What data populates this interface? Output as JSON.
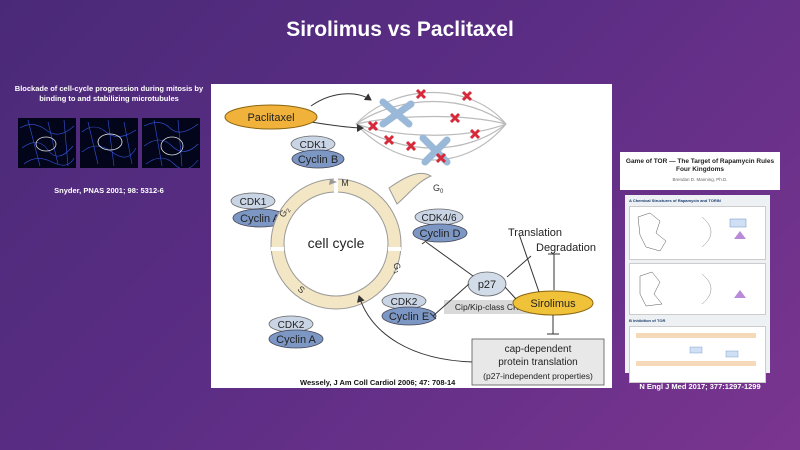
{
  "slide": {
    "title": "Sirolimus vs Paclitaxel",
    "left_caption": "Blockade of cell-cycle progression during mitosis by binding to and stabilizing microtubules",
    "left_citation": "Snyder, PNAS 2001; 98: 5312-6",
    "center_citation": "Wessely, J Am Coll Cardiol 2006; 47: 708-14",
    "right_citation": "N Engl J Med 2017; 377:1297-1299"
  },
  "diagram": {
    "paclitaxel": "Paclitaxel",
    "cdk1": "CDK1",
    "cyclin_b": "Cyclin B",
    "cyclin_a": "Cyclin A",
    "cdk46": "CDK4/6",
    "cyclin_d": "Cyclin D",
    "cdk2": "CDK2",
    "cyclin_e": "Cyclin E",
    "cell_cycle": "cell cycle",
    "m": "M",
    "g0": "G",
    "g0_sub": "0",
    "g2": "G",
    "g2_sub": "2",
    "g1": "G",
    "g1_sub": "1",
    "s": "S",
    "p27": "p27",
    "cki": "Cip/Kip-class CKI",
    "translation": "Translation",
    "degradation": "Degradation",
    "sirolimus": "Sirolimus",
    "cap_line1": "cap-dependent",
    "cap_line2": "protein translation",
    "cap_line3": "(p27-independent properties)"
  },
  "article": {
    "title_line1": "Game of TOR — The Target of Rapamycin Rules",
    "title_line2": "Four Kingdoms",
    "author": "Brendan D. Manning, Ph.D.",
    "fig_a": "A  Chemical Structures of Rapamycin and TORIN",
    "fig_b": "B  Inhibition of TOR"
  },
  "colors": {
    "paclitaxel_fill": "#f0b23a",
    "sirolimus_fill": "#f0c23a",
    "cyclin_fill": "#7d97c4",
    "x_mark": "#d62a3a",
    "ring_fill": "#f3e6c4"
  }
}
